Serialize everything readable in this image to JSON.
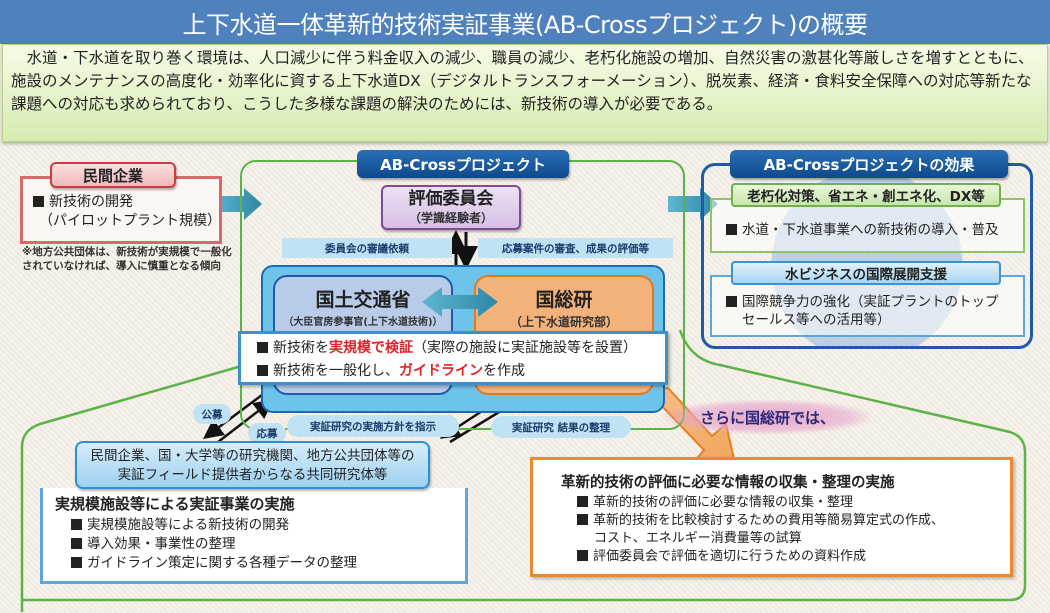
{
  "title": "上下水道一体革新的技術実証事業(AB-Crossプロジェクト)の概要",
  "intro": "水道・下水道を取り巻く環境は、人口減少に伴う料金収入の減少、職員の減少、老朽化施設の増加、自然災害の激甚化等厳しさを増すとともに、施設のメンテナンスの高度化・効率化に資する上下水道DX（デジタルトランスフォーメーション）、脱炭素、経済・食料安全保障への対応等新たな課題への対応も求められており、こうした多様な課題の解決のためには、新技術の導入が必要である。",
  "private": {
    "tag": "民間企業",
    "line1": "新技術の開発",
    "line2": "（パイロットプラント規模）",
    "note": "※地方公共団体は、新技術が実規模で一般化されていなければ、導入に慎重となる傾向"
  },
  "project": {
    "tag": "AB-Crossプロジェクト",
    "committee_title": "評価委員会",
    "committee_sub": "（学識経験者）",
    "label_request": "委員会の審議依頼",
    "label_review": "応募案件の審査、成果の評価等",
    "mlit_title": "国土交通省",
    "mlit_sub": "（大臣官房参事官(上下水道技術)）",
    "nilim_title": "国総研",
    "nilim_sub": "（上下水道研究部）",
    "task1_pre": "新技術を",
    "task1_red": "実規模で検証",
    "task1_post": "（実際の施設に実証施設等を設置）",
    "task2_pre": "新技術を一般化し、",
    "task2_red": "ガイドライン",
    "task2_post": "を作成"
  },
  "effects": {
    "tag": "AB-Crossプロジェクトの効果",
    "green_tag": "老朽化対策、省エネ・創エネ化、DX等",
    "green_item": "水道・下水道事業への新技術の導入・普及",
    "blue_tag": "水ビジネスの国際展開支援",
    "blue_item_line1": "国際競争力の強化（実証プラントのトップ",
    "blue_item_line2": "セールス等への活用等）"
  },
  "flow_labels": {
    "public": "公募",
    "apply": "応募",
    "policy": "実証研究の実施方針を指示",
    "results": "実証研究 結果の整理"
  },
  "consortium": {
    "line1": "民間企業、国・大学等の研究機関、地方公共団体等の",
    "line2": "実証フィールド提供者からなる共同研究体等"
  },
  "demo": {
    "heading": "実規模施設等による実証事業の実施",
    "items": [
      "実規模施設等による新技術の開発",
      "導入効果・事業性の整理",
      "ガイドライン策定に関する各種データの整理"
    ]
  },
  "further": "さらに国総研では、",
  "nilim_work": {
    "heading": "革新的技術の評価に必要な情報の収集・整理の実施",
    "items": [
      {
        "line1": "革新的技術の評価に必要な情報の収集・整理",
        "line2": ""
      },
      {
        "line1": "革新的技術を比較検討するための費用等簡易算定式の作成、",
        "line2": "コスト、エネルギー消費量等の試算"
      },
      {
        "line1": "評価委員会で評価を適切に行うための資料作成",
        "line2": ""
      }
    ]
  }
}
